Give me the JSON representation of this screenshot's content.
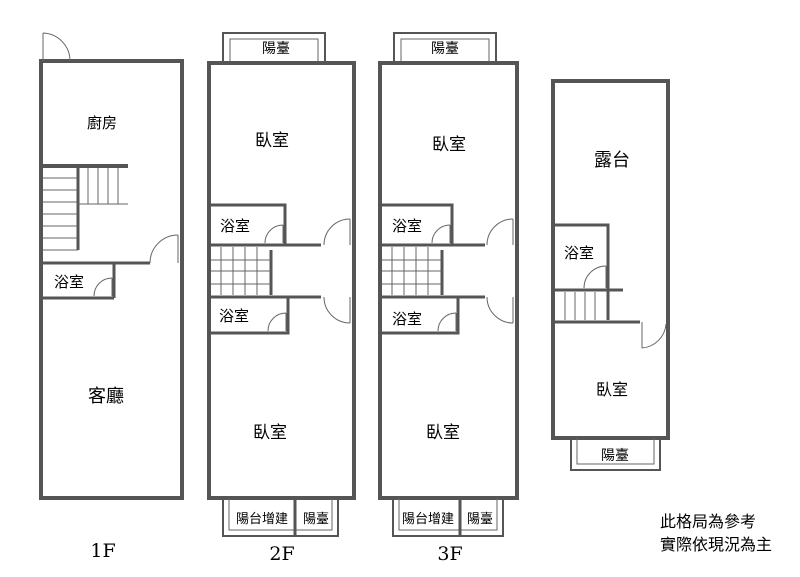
{
  "colors": {
    "wall": "#555555",
    "thin_line": "#666666",
    "text": "#000000",
    "background": "#ffffff"
  },
  "floors": [
    {
      "label": "1F",
      "rooms": {
        "kitchen": "廚房",
        "bathroom": "浴室",
        "living_room": "客廳"
      }
    },
    {
      "label": "2F",
      "rooms": {
        "balcony_top": "陽臺",
        "bedroom_front": "臥室",
        "bathroom_1": "浴室",
        "bathroom_2": "浴室",
        "bedroom_rear": "臥室",
        "balcony_extension": "陽台增建",
        "balcony_bottom": "陽臺"
      }
    },
    {
      "label": "3F",
      "rooms": {
        "balcony_top": "陽臺",
        "bedroom_front": "臥室",
        "bathroom_1": "浴室",
        "bathroom_2": "浴室",
        "bedroom_rear": "臥室",
        "balcony_extension": "陽台增建",
        "balcony_bottom": "陽臺"
      }
    },
    {
      "rooms": {
        "terrace": "露台",
        "bathroom": "浴室",
        "bedroom": "臥室",
        "balcony": "陽臺"
      }
    }
  ],
  "note": {
    "line1": "此格局為參考",
    "line2": "實際依現況為主"
  }
}
